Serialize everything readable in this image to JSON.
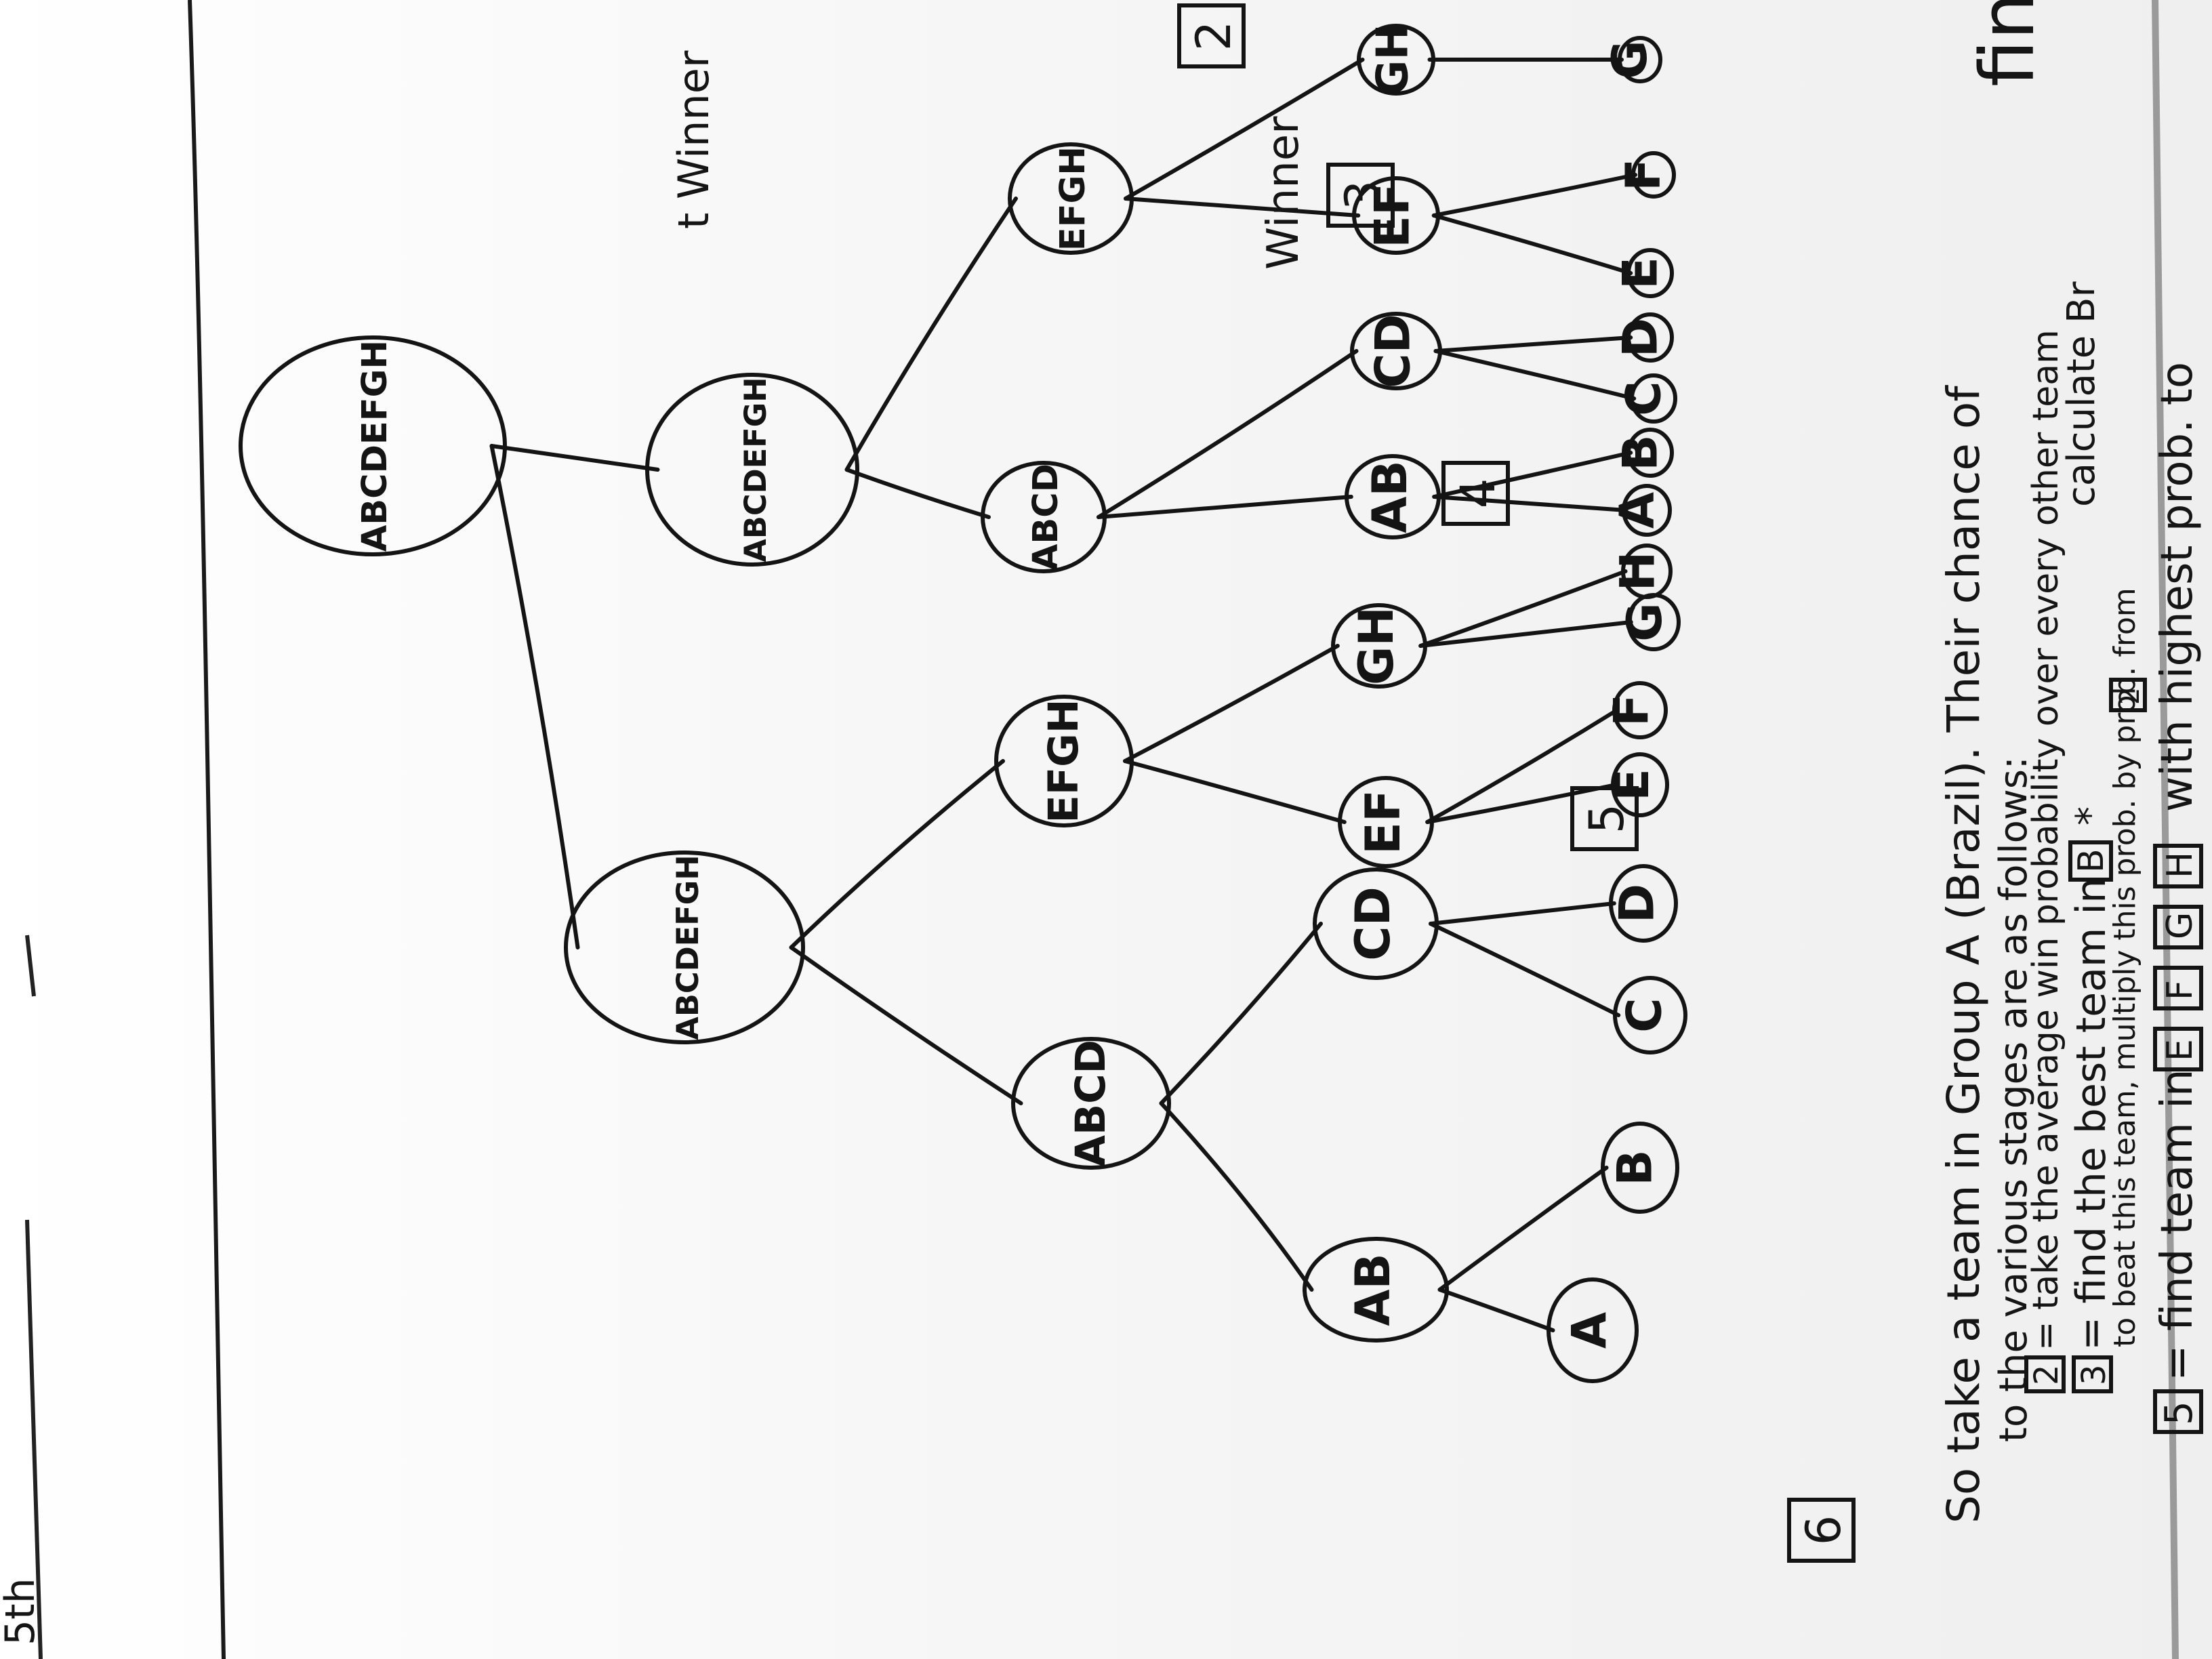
{
  "top_fragment": "t Winner",
  "winner_label": "Winner",
  "right_fragment": "fin",
  "left_fragment": "5th",
  "stages": [
    {
      "id": "s6",
      "label": "6"
    },
    {
      "id": "s5",
      "label": "5"
    },
    {
      "id": "s4",
      "label": "4"
    },
    {
      "id": "s3",
      "label": "3"
    },
    {
      "id": "s2",
      "label": "2"
    }
  ],
  "bracket": {
    "level6": [
      {
        "id": "root",
        "label": "ABCDEFGH"
      }
    ],
    "level5": [
      {
        "id": "l5a",
        "label": "ABCDEFGH"
      },
      {
        "id": "l5b",
        "label": "ABCDEFGH"
      }
    ],
    "level4": [
      {
        "id": "l4a",
        "label": "ABCD"
      },
      {
        "id": "l4b",
        "label": "EFGH"
      },
      {
        "id": "l4c",
        "label": "ABCD"
      },
      {
        "id": "l4d",
        "label": "EFGH"
      }
    ],
    "level3": [
      {
        "id": "l3a",
        "label": "AB"
      },
      {
        "id": "l3b",
        "label": "CD"
      },
      {
        "id": "l3c",
        "label": "EF"
      },
      {
        "id": "l3d",
        "label": "GH"
      },
      {
        "id": "l3e",
        "label": "AB"
      },
      {
        "id": "l3f",
        "label": "CD"
      },
      {
        "id": "l3g",
        "label": "EF"
      },
      {
        "id": "l3h",
        "label": "GH"
      }
    ],
    "level2": [
      {
        "id": "l2a",
        "label": "A"
      },
      {
        "id": "l2b",
        "label": "B"
      },
      {
        "id": "l2c",
        "label": "C"
      },
      {
        "id": "l2d",
        "label": "D"
      },
      {
        "id": "l2e",
        "label": "E"
      },
      {
        "id": "l2f",
        "label": "F"
      },
      {
        "id": "l2g",
        "label": "G"
      },
      {
        "id": "l2h",
        "label": "H"
      },
      {
        "id": "l2i",
        "label": "A"
      },
      {
        "id": "l2j",
        "label": "B"
      },
      {
        "id": "l2k",
        "label": "C"
      },
      {
        "id": "l2l",
        "label": "D"
      },
      {
        "id": "l2m",
        "label": "E"
      },
      {
        "id": "l2n",
        "label": "F"
      },
      {
        "id": "l2o",
        "label": "G"
      }
    ]
  },
  "notes": {
    "line1": "So take a team in Group A (Brazil). Their chance of",
    "line2": "to the various stages are as follows:",
    "line3_box": "2",
    "line3": "= take the average win probability over every other team",
    "line4_box": "3",
    "line4": "= find the best team in",
    "line4_boxB": "B",
    "line4_tail": "*",
    "line4_right": "calculate Br",
    "line5": "to beat this team, multiply this prob. by prob. from",
    "line5_box": "2",
    "line6_box": "5",
    "line6": "= find team in",
    "line6_boxes": [
      "E",
      "F",
      "G",
      "H"
    ],
    "line6_tail": "with highest prob. to"
  }
}
